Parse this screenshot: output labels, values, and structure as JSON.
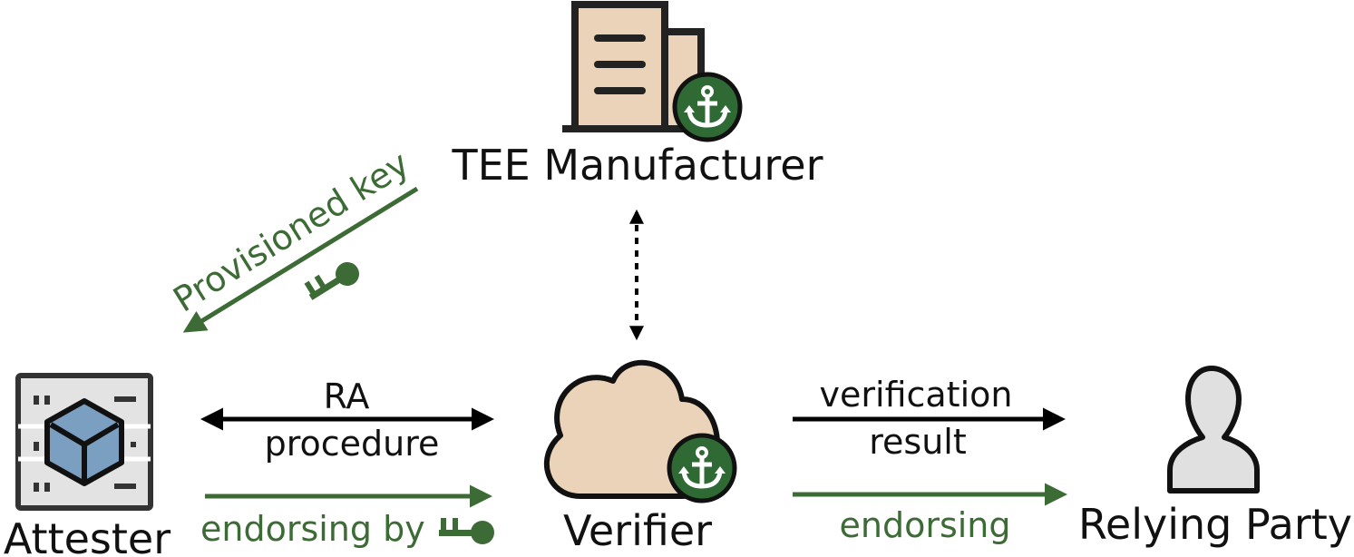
{
  "nodes": {
    "manufacturer": {
      "label": "TEE Manufacturer",
      "icon": "building-icon",
      "badge": "anchor-icon"
    },
    "attester": {
      "label": "Attester",
      "icon": "server-cube-icon"
    },
    "verifier": {
      "label": "Verifier",
      "icon": "cloud-icon",
      "badge": "anchor-icon"
    },
    "relying_party": {
      "label": "Relying Party",
      "icon": "person-icon"
    }
  },
  "edges": {
    "provisioned_key": {
      "label": "Provisioned key",
      "icon": "key-icon",
      "style": "solid",
      "color": "#3d6b35"
    },
    "ra_procedure": {
      "line1": "RA",
      "line2": "procedure",
      "style": "solid-bidirectional",
      "color": "#000000"
    },
    "endorsing_by": {
      "label": "endorsing by",
      "icon": "key-icon",
      "style": "solid",
      "color": "#3d6b35"
    },
    "verification_result": {
      "line1": "verification",
      "line2": "result",
      "style": "solid",
      "color": "#000000"
    },
    "endorsing": {
      "label": "endorsing",
      "style": "solid",
      "color": "#3d6b35"
    },
    "manufacturer_verifier": {
      "style": "dotted-bidirectional",
      "color": "#000000"
    }
  },
  "colors": {
    "accent_green": "#3d6b35",
    "anchor_badge": "#2f6a35",
    "beige": "#ead3b8",
    "cube_blue": "#7a9fc0",
    "person_gray": "#e0e0e0",
    "outline": "#222222"
  }
}
